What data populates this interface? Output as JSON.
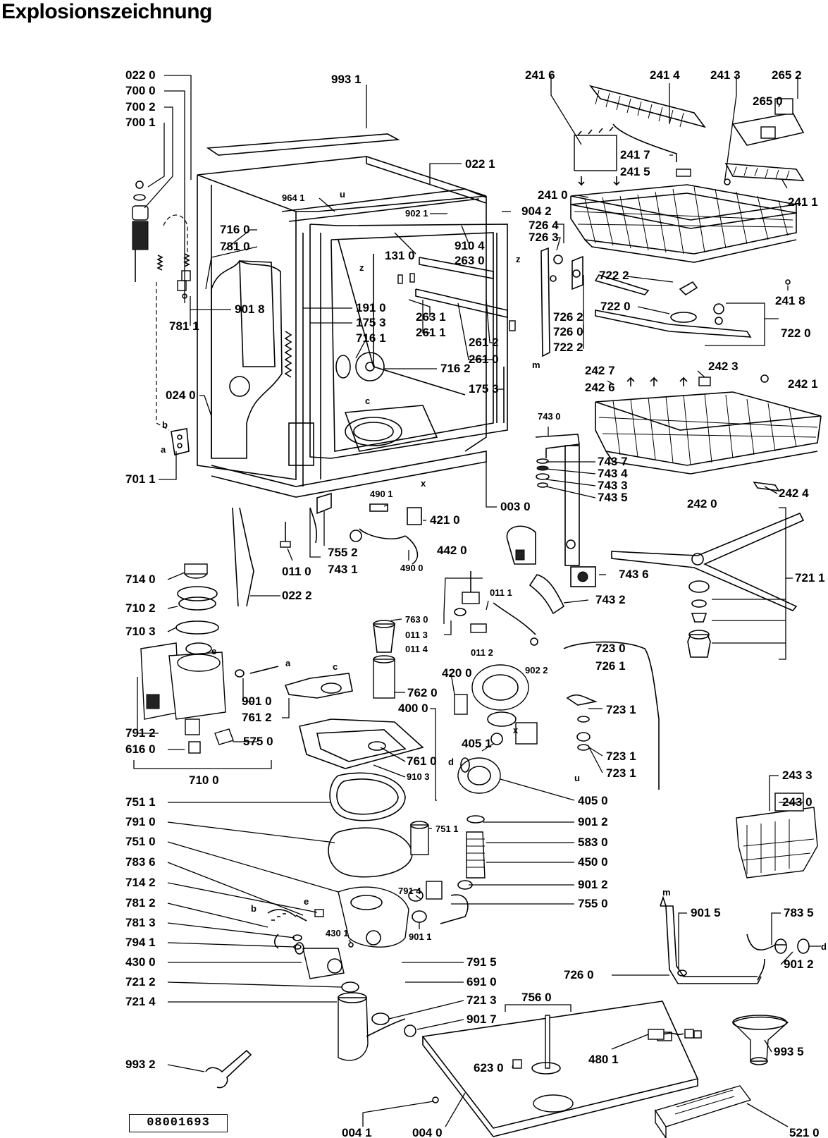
{
  "title": "Explosionszeichnung",
  "document_number": "08001693",
  "point_labels": [
    "a",
    "b",
    "c",
    "d",
    "e",
    "m",
    "u",
    "x",
    "z"
  ],
  "callouts": {
    "c0220": "022 0",
    "c7000": "700 0",
    "c7002": "700 2",
    "c7001": "700 1",
    "c9931": "993 1",
    "c0221": "022 1",
    "c9641": "964 1",
    "c9021": "902 1",
    "c9042": "904 2",
    "c9104": "910 4",
    "c2630": "263 0",
    "c1310": "131 0",
    "c7160": "716 0",
    "c7810": "781 0",
    "c9018": "901 8",
    "c7811": "781 1",
    "c1910": "191 0",
    "c1753a": "175 3",
    "c7161": "716 1",
    "c7162": "716 2",
    "c2631": "263 1",
    "c2611": "261 1",
    "c2612": "261 2",
    "c2610": "261 0",
    "c1753b": "175 3",
    "c0240": "024 0",
    "c7011": "701 1",
    "c0030": "003 0",
    "c4901": "490 1",
    "c4210": "421 0",
    "c4900": "490 0",
    "c7552": "755 2",
    "c7431": "743 1",
    "c0110": "011 0",
    "c0222": "022 2",
    "c4420": "442 0",
    "c2416": "241 6",
    "c2414": "241 4",
    "c2413": "241 3",
    "c2652": "265 2",
    "c2650": "265 0",
    "c2417": "241 7",
    "c2415": "241 5",
    "c2411": "241 1",
    "c2410": "241 0",
    "c7264": "726 4",
    "c7263": "726 3",
    "c7222a": "722 2",
    "c7220a": "722 0",
    "c2418": "241 8",
    "c7262": "726 2",
    "c7260a": "726 0",
    "c7222b": "722 2",
    "c7220b": "722 0",
    "c2427": "242 7",
    "c2426": "242 6",
    "c2423": "242 3",
    "c2421": "242 1",
    "c2420": "242 0",
    "c2424": "242 4",
    "c7430": "743 0",
    "c7437": "743 7",
    "c7434": "743 4",
    "c7433": "743 3",
    "c7435": "743 5",
    "c7436": "743 6",
    "c7432": "743 2",
    "c7211": "721 1",
    "c7140": "714 0",
    "c7102": "710 2",
    "c7103": "710 3",
    "c9010": "901 0",
    "c7612": "761 2",
    "c7912": "791 2",
    "c6160": "616 0",
    "c5750": "575 0",
    "c7100": "710 0",
    "c7630": "763 0",
    "c0113": "011 3",
    "c0114": "011 4",
    "c0111": "011 1",
    "c0112": "011 2",
    "c9022": "902 2",
    "c7620": "762 0",
    "c4200": "420 0",
    "c4000": "400 0",
    "c7610": "761 0",
    "c9103": "910 3",
    "c4051a": "405 1",
    "c7230": "723 0",
    "c7261": "726 1",
    "c7231a": "723 1",
    "c7231b": "723 1",
    "c7231c": "723 1",
    "c4050": "405 0",
    "c7511a": "751 1",
    "c7910": "791 0",
    "c7510": "751 0",
    "c7511b": "751 1",
    "c9012a": "901 2",
    "c5830": "583 0",
    "c4500": "450 0",
    "c9012b": "901 2",
    "c7550": "755 0",
    "c7836": "783 6",
    "c7142": "714 2",
    "c7914": "791 4",
    "c7812": "781 2",
    "c7813": "781 3",
    "c7941": "794 1",
    "c4301": "430 1",
    "c9011": "901 1",
    "c4300": "430 0",
    "c7915": "791 5",
    "c6910": "691 0",
    "c7212": "721 2",
    "c7213": "721 3",
    "c7214": "721 4",
    "c9017": "901 7",
    "c7560": "756 0",
    "c9932": "993 2",
    "c6230": "623 0",
    "c4801": "480 1",
    "c0041": "004 1",
    "c0040": "004 0",
    "c5210": "521 0",
    "c2433": "243 3",
    "c2430": "243 0",
    "c9015": "901 5",
    "c7835": "783 5",
    "c7260b": "726 0",
    "c9012c": "901 2",
    "c9935": "993 5"
  }
}
